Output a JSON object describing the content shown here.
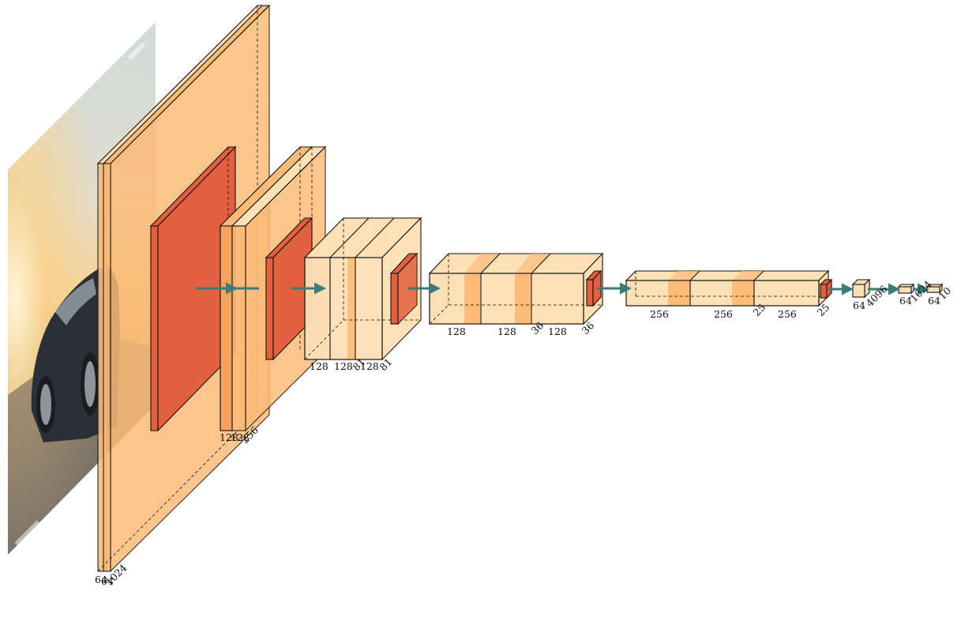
{
  "labels": {
    "input_1": "64",
    "input_2": "64",
    "input_3": "1024",
    "block1_a": "128",
    "block1_b": "128",
    "block1_c": "256",
    "block2_a": "128",
    "block2_b": "128",
    "block2_c": "81",
    "block2_d": "128",
    "block2_e": "81",
    "block3_a": "128",
    "block3_b": "128",
    "block3_c": "36",
    "block3_d": "128",
    "block3_e": "36",
    "block4_a": "256",
    "block4_b": "256",
    "block4_c": "25",
    "block4_d": "256",
    "block4_e": "25",
    "fc1_a": "64",
    "fc1_b": "4096",
    "fc2_a": "64",
    "fc2_b": "1024",
    "fc3_a": "64",
    "fc3_b": "10"
  },
  "colors": {
    "conv": "#fcbb77",
    "conv_light": "#fde0b5",
    "pool": "#e2603f",
    "arrow": "#3d7b7b",
    "edge": "#111111"
  },
  "icons": {
    "input_image": "car-photo"
  }
}
